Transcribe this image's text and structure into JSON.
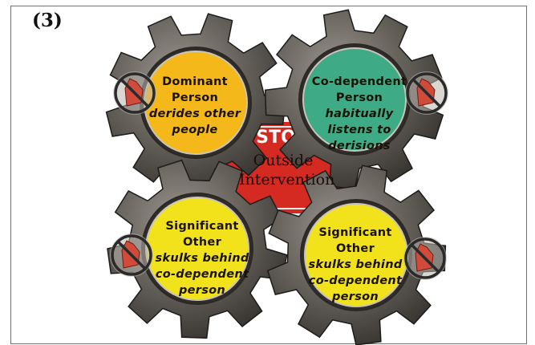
{
  "panel_label": "(3)",
  "gears": [
    {
      "role": "Dominant Person",
      "action": "derides other people",
      "fill": "#f5b81a"
    },
    {
      "role": "Co-dependent Person",
      "action": "habitually listens to derisions",
      "fill": "#3faa86"
    },
    {
      "role": "Significant Other",
      "action": "skulks behind co-dependent person",
      "fill": "#f2e21c"
    },
    {
      "role": "Significant Other",
      "action": "skulks behind co-dependent person",
      "fill": "#f2e21c"
    }
  ],
  "stop_sign": {
    "top_word": "STOP",
    "phrase": "Outside Intervention",
    "fill": "#d42a22"
  },
  "icons": [
    "no-hand-icon",
    "no-hand-icon",
    "no-hand-icon",
    "no-hand-icon"
  ],
  "colors": {
    "gear_metal": "#5e5a55",
    "prohibition": "#2a2a2a",
    "hand": "#d24a3a"
  }
}
